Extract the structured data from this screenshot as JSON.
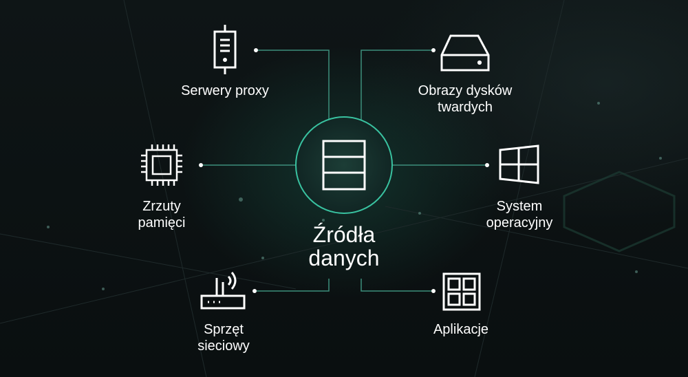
{
  "center": {
    "line1": "Źródła",
    "line2": "danych",
    "icon": "database-table-icon"
  },
  "nodes": {
    "proxy": {
      "line1": "Serwery proxy",
      "icon": "server-icon"
    },
    "disks": {
      "line1": "Obrazy dysków",
      "line2": "twardych",
      "icon": "hard-drive-icon"
    },
    "memory": {
      "line1": "Zrzuty",
      "line2": "pamięci",
      "icon": "chip-icon"
    },
    "os": {
      "line1": "System",
      "line2": "operacyjny",
      "icon": "windows-icon"
    },
    "network": {
      "line1": "Sprzęt",
      "line2": "sieciowy",
      "icon": "router-icon"
    },
    "apps": {
      "line1": "Aplikacje",
      "icon": "apps-grid-icon"
    }
  },
  "colors": {
    "accent": "#39c2a0",
    "background": "#0b1112",
    "text": "#ffffff"
  }
}
